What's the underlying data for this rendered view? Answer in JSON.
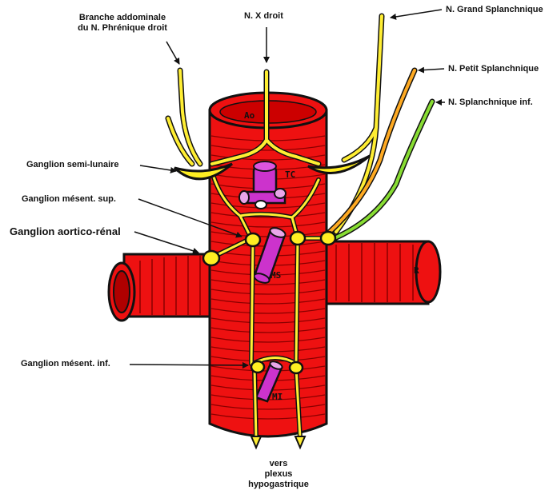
{
  "labels": {
    "phrenic_line1": "Branche addominale",
    "phrenic_line2": "du N. Phrénique droit",
    "vagus": "N. X droit",
    "greater_splanchnic": "N. Grand Splanchnique",
    "lesser_splanchnic": "N. Petit Splanchnique",
    "least_splanchnic": "N. Splanchnique inf.",
    "celiac_ganglion": "Ganglion semi-lunaire",
    "sup_mesenteric_ganglion": "Ganglion mésent. sup.",
    "aorticorenal_ganglion": "Ganglion aortico-rénal",
    "inf_mesenteric_ganglion": "Ganglion mésent. inf.",
    "bottom_line1": "vers",
    "bottom_line2": "plexus",
    "bottom_line3": "hypogastrique"
  },
  "vessel_marks": {
    "aorta": "Ao",
    "celiac_trunk": "TC",
    "sup_mesenteric": "MS",
    "inf_mesenteric": "MI",
    "renal": "R"
  },
  "colors": {
    "aorta": "#ee1111",
    "aorta_stripe": "#8a0000",
    "nerve": "#ffee33",
    "ganglion": "#ffee22",
    "artery": "#cc33cc",
    "lesser_splanchnic": "#ffaa22",
    "least_splanchnic": "#88dd33"
  }
}
